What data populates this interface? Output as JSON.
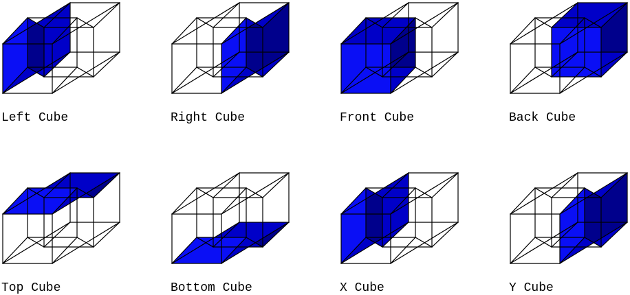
{
  "colors": {
    "background": "#ffffff",
    "edge": "#000000",
    "face_bright": "#0a0ff5",
    "face_mid": "#0000c8",
    "face_dark": "#00008c"
  },
  "panels": [
    {
      "label": "Left Cube",
      "highlight": "left"
    },
    {
      "label": "Right Cube",
      "highlight": "right"
    },
    {
      "label": "Front Cube",
      "highlight": "front"
    },
    {
      "label": "Back Cube",
      "highlight": "back"
    },
    {
      "label": "Top Cube",
      "highlight": "top"
    },
    {
      "label": "Bottom Cube",
      "highlight": "bottom"
    },
    {
      "label": "X Cube",
      "highlight": "x"
    },
    {
      "label": "Y Cube",
      "highlight": "y"
    }
  ]
}
